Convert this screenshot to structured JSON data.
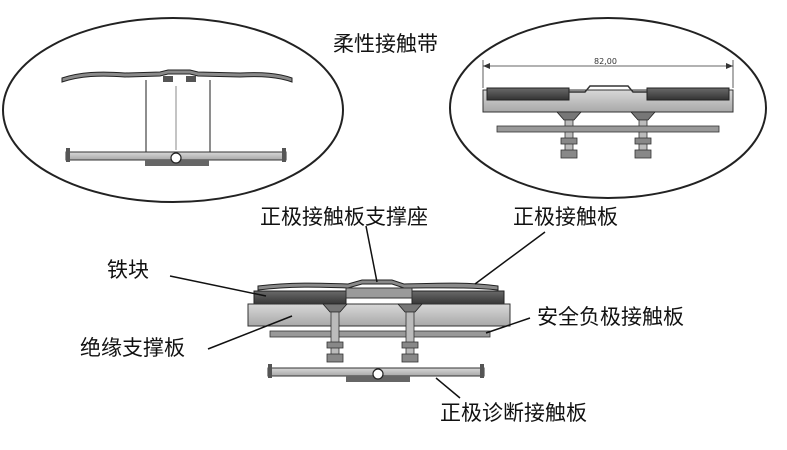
{
  "labels": {
    "flexible_contact_strip": "柔性接触带",
    "positive_plate_support_seat": "正极接触板支撑座",
    "positive_contact_plate": "正极接触板",
    "iron_block": "铁块",
    "safety_negative_contact_plate": "安全负极接触板",
    "insulating_support_plate": "绝缘支撑板",
    "positive_diagnostic_contact_plate": "正极诊断接触板"
  },
  "dimension": "82,00"
}
